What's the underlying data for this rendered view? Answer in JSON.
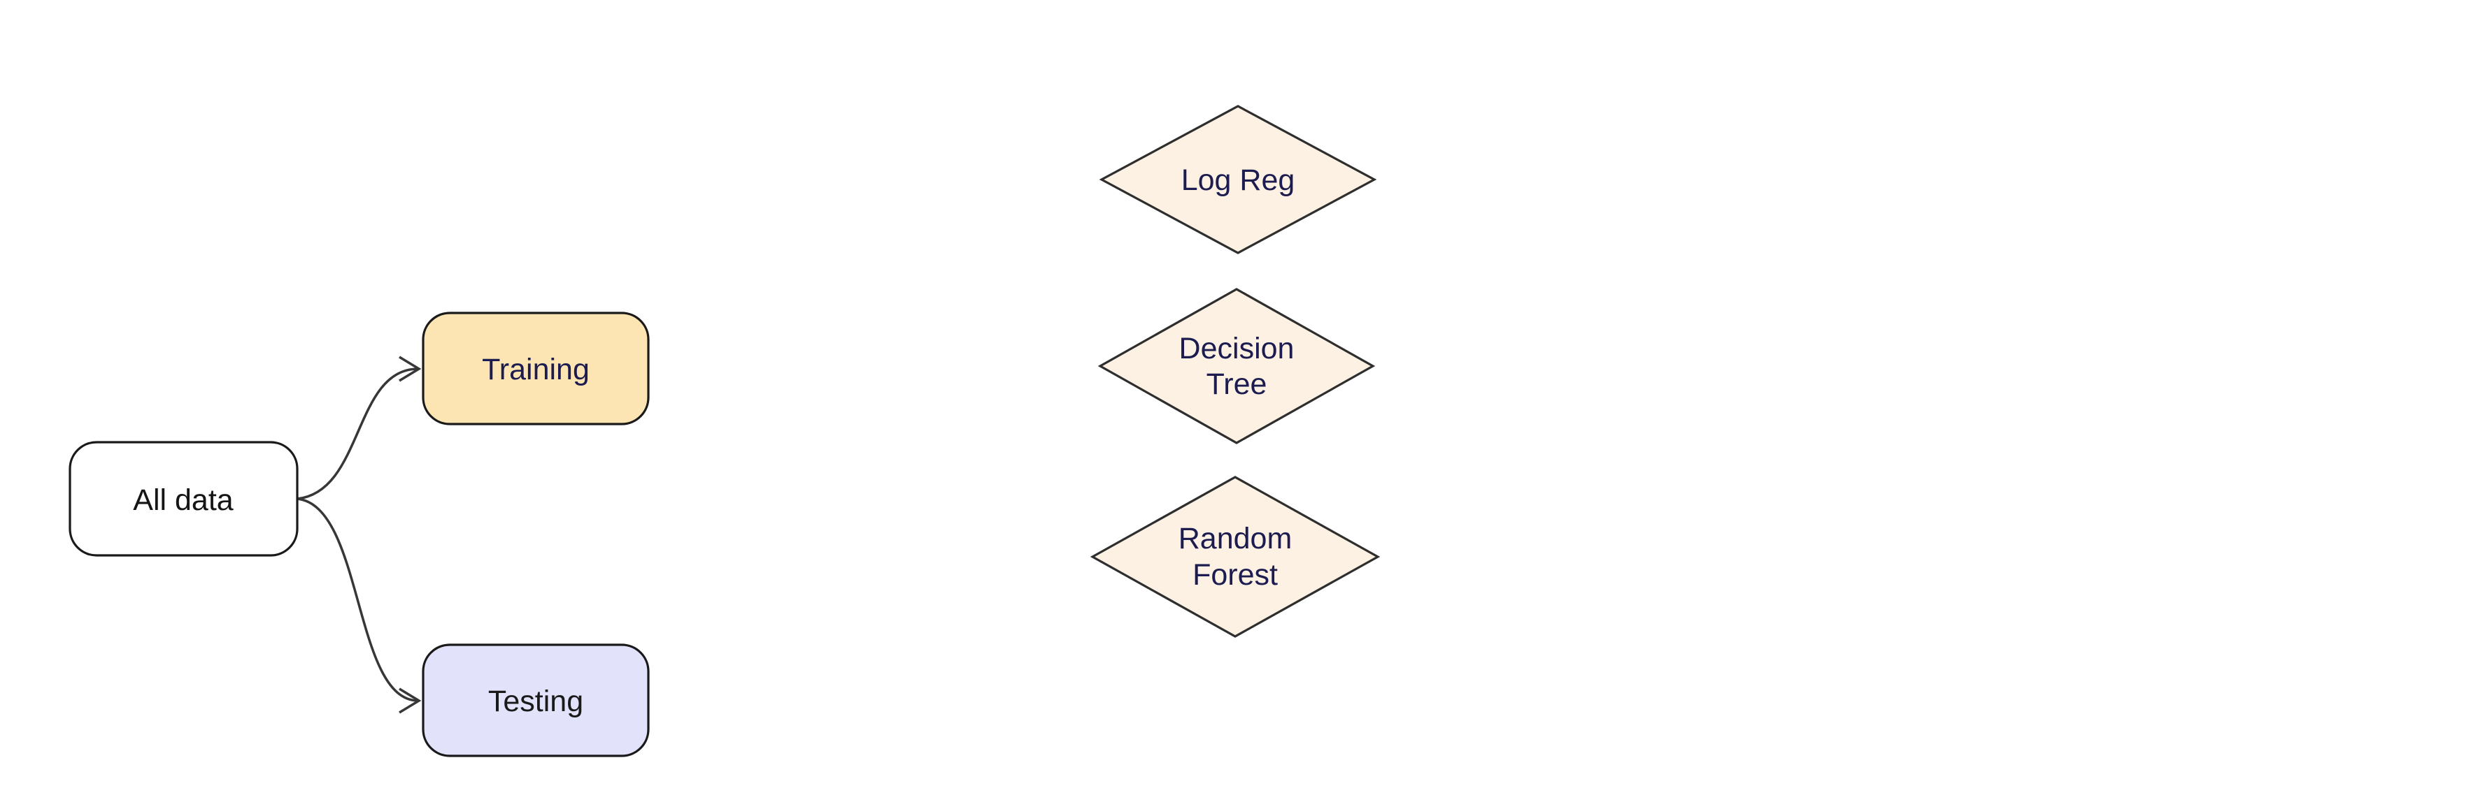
{
  "diagram": {
    "type": "flowchart",
    "direction": "left-to-right",
    "background": "#ffffff",
    "nodes": {
      "all_data": {
        "label": "All data",
        "shape": "rounded-rectangle",
        "fill": "#ffffff",
        "border_color": "#1a1a1a",
        "text_color": "#151515"
      },
      "training": {
        "label": "Training",
        "shape": "rounded-rectangle",
        "fill": "#fce5b2",
        "border_color": "#1a1a1a",
        "text_color": "#1c1c50"
      },
      "testing": {
        "label": "Testing",
        "shape": "rounded-rectangle",
        "fill": "#e2e2fa",
        "border_color": "#1a1a1a",
        "text_color": "#1a1a1a"
      },
      "log_reg": {
        "label": "Log Reg",
        "shape": "diamond",
        "fill": "#fcf1e2",
        "border_color": "#2e2e2e",
        "text_color": "#1c1c50"
      },
      "decision_tree": {
        "label": "Decision Tree",
        "lines": [
          "Decision",
          "Tree"
        ],
        "shape": "diamond",
        "fill": "#fcf1e2",
        "border_color": "#2e2e2e",
        "text_color": "#1c1c50"
      },
      "random_forest": {
        "label": "Random Forest",
        "lines": [
          "Random",
          "Forest"
        ],
        "shape": "diamond",
        "fill": "#fcf1e2",
        "border_color": "#2e2e2e",
        "text_color": "#1c1c50"
      }
    },
    "edges": [
      {
        "from": "All data",
        "to": "Training",
        "line": "curved",
        "arrow": "open-chevron",
        "color": "#373737"
      },
      {
        "from": "All data",
        "to": "Testing",
        "line": "curved",
        "arrow": "open-chevron",
        "color": "#373737"
      }
    ]
  }
}
